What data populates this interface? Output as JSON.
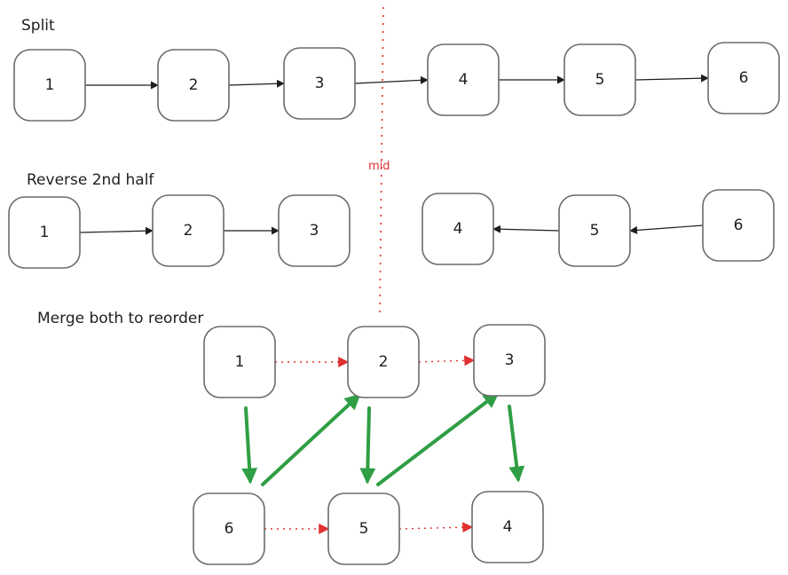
{
  "sections": {
    "split": {
      "title": "Split"
    },
    "reverse": {
      "title": "Reverse 2nd half"
    },
    "merge": {
      "title": "Merge both to reorder"
    }
  },
  "divider": {
    "label": "mid",
    "color": "#e03131"
  },
  "colors": {
    "node_border": "#6b6b6b",
    "black_arrow": "#1e1e1e",
    "red_dotted_arrow": "#e03131",
    "green_arrow": "#2f9e44"
  },
  "split_nodes": [
    "1",
    "2",
    "3",
    "4",
    "5",
    "6"
  ],
  "split_edges": [
    [
      "1",
      "2"
    ],
    [
      "2",
      "3"
    ],
    [
      "3",
      "4"
    ],
    [
      "4",
      "5"
    ],
    [
      "5",
      "6"
    ]
  ],
  "reverse_nodes": [
    "1",
    "2",
    "3",
    "4",
    "5",
    "6"
  ],
  "reverse_edges": [
    [
      "1",
      "2"
    ],
    [
      "2",
      "3"
    ],
    [
      "6",
      "5"
    ],
    [
      "5",
      "4"
    ]
  ],
  "merge_top_nodes": [
    "1",
    "2",
    "3"
  ],
  "merge_bottom_nodes": [
    "6",
    "5",
    "4"
  ],
  "merge_red_edges": [
    [
      "1",
      "2"
    ],
    [
      "2",
      "3"
    ],
    [
      "6",
      "5"
    ],
    [
      "5",
      "4"
    ]
  ],
  "merge_green_edges": [
    [
      "1",
      "6"
    ],
    [
      "6",
      "2"
    ],
    [
      "2",
      "5"
    ],
    [
      "5",
      "3"
    ],
    [
      "3",
      "4"
    ]
  ]
}
